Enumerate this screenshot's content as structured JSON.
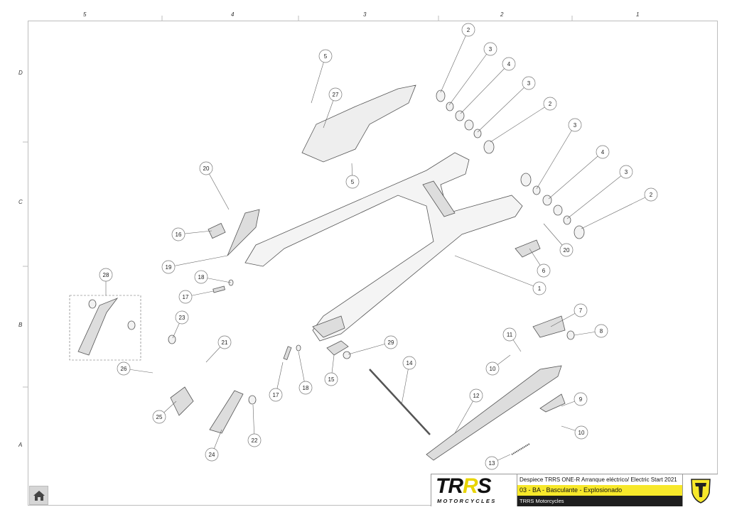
{
  "sheet": {
    "column_labels": [
      "5",
      "4",
      "3",
      "2",
      "1"
    ],
    "row_labels": [
      "D",
      "C",
      "B",
      "A"
    ]
  },
  "callouts": [
    "2",
    "3",
    "4",
    "3",
    "2",
    "3",
    "4",
    "3",
    "2",
    "5",
    "27",
    "5",
    "20",
    "16",
    "19",
    "18",
    "17",
    "20",
    "6",
    "1",
    "28",
    "23",
    "21",
    "7",
    "8",
    "11",
    "10",
    "29",
    "14",
    "26",
    "17",
    "18",
    "15",
    "12",
    "9",
    "10",
    "25",
    "24",
    "22",
    "13"
  ],
  "title_block": {
    "logo_text": "TRRS",
    "logo_sub": "MOTORCYCLES",
    "title": "Despiece TRRS ONE-R  Arranque eléctrico/ Electric Start 2021",
    "subtitle": "03 - BA - Basculante - Explosionado",
    "owner": "TRRS Motorcycles",
    "accent_color": "#f7e82a"
  },
  "home_button": {
    "icon": "home-icon"
  }
}
